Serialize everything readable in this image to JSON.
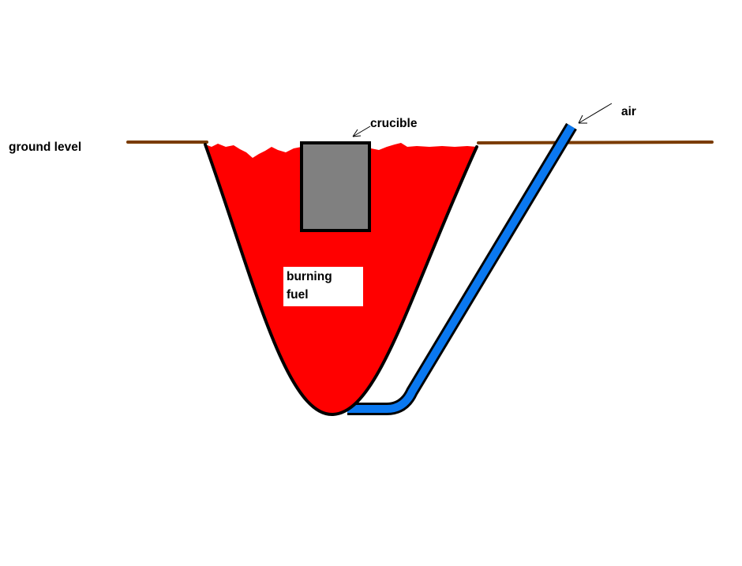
{
  "labels": {
    "ground_level": "ground level",
    "crucible": "crucible",
    "air": "air",
    "fuel_line1": "burning",
    "fuel_line2": "fuel"
  },
  "colors": {
    "background": "#ffffff",
    "ground": "#7a3b00",
    "fuel": "#ff0000",
    "outline": "#000000",
    "crucible": "#808080",
    "air_pipe": "#0a78f0",
    "label_box": "#ffffff",
    "text": "#000000"
  }
}
